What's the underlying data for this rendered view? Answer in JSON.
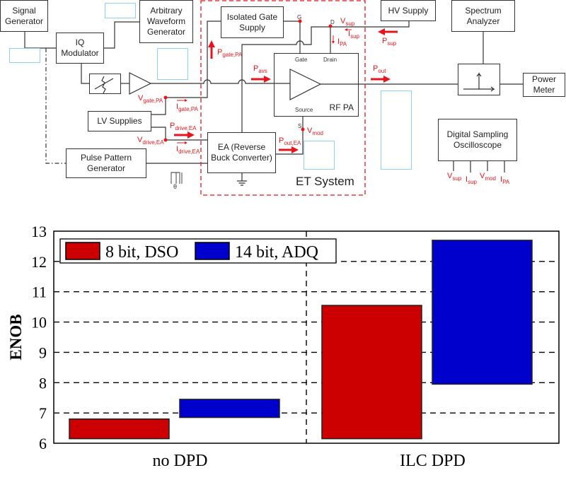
{
  "diagram": {
    "blocks": {
      "signal_generator": "Signal Generator",
      "iq_modulator": "IQ Modulator",
      "awg": "Arbitrary Waveform Generator",
      "isolated_gate_supply": "Isolated Gate Supply",
      "hv_supply": "HV Supply",
      "spectrum_analyzer": "Spectrum Analyzer",
      "power_meter": "Power Meter",
      "lv_supplies": "LV Supplies",
      "pulse_pattern_generator": "Pulse Pattern Generator",
      "ea": "EA (Reverse Buck Converter)",
      "rf_pa": "RF PA",
      "dso": "Digital Sampling Oscilloscope"
    },
    "pa_pins": {
      "gate": "Gate",
      "drain": "Drain",
      "source": "Source"
    },
    "nodes": {
      "g": "G",
      "d": "D",
      "s": "S"
    },
    "et_system_label": "ET System",
    "theta": "θ",
    "signals": {
      "p_gate_pa": {
        "main": "P",
        "sub": "gate,PA"
      },
      "p_avs": {
        "main": "P",
        "sub": "avs"
      },
      "v_gate_pa": {
        "main": "V",
        "sub": "gate,PA"
      },
      "i_gate_pa": {
        "main": "I",
        "sub": "gate,PA"
      },
      "p_drive_ea": {
        "main": "P",
        "sub": "drive,EA"
      },
      "v_drive_ea": {
        "main": "V",
        "sub": "drive,EA"
      },
      "i_drive_ea": {
        "main": "I",
        "sub": "drive,EA"
      },
      "p_out_ea": {
        "main": "P",
        "sub": "out,EA"
      },
      "v_mod": {
        "main": "V",
        "sub": "mod"
      },
      "v_sup": {
        "main": "V",
        "sub": "sup"
      },
      "i_sup": {
        "main": "I",
        "sub": "sup"
      },
      "i_pa": {
        "main": "I",
        "sub": "PA"
      },
      "p_sup": {
        "main": "P",
        "sub": "sup"
      },
      "p_out": {
        "main": "P",
        "sub": "out"
      }
    },
    "dso_probes": [
      {
        "main": "V",
        "sub": "sup"
      },
      {
        "main": "I",
        "sub": "sup"
      },
      {
        "main": "V",
        "sub": "mod"
      },
      {
        "main": "I",
        "sub": "PA"
      }
    ],
    "colors": {
      "signal_red": "#e8141c",
      "et_box": "#e8141c",
      "thumb_border": "#8fd0ee"
    }
  },
  "chart_data": {
    "type": "bar",
    "subtype": "floating-range",
    "categories": [
      "no DPD",
      "ILC DPD"
    ],
    "series": [
      {
        "name": "8 bit, DSO",
        "color": "#cc0000",
        "low": [
          6.15,
          6.15
        ],
        "high": [
          6.8,
          10.55
        ]
      },
      {
        "name": "14 bit, ADQ",
        "color": "#0000cc",
        "low": [
          6.85,
          7.95
        ],
        "high": [
          7.45,
          12.7
        ]
      }
    ],
    "xlabel": "",
    "ylabel": "ENOB",
    "ylim": [
      6,
      13
    ],
    "yticks": [
      "6",
      "7",
      "8",
      "9",
      "10",
      "11",
      "12",
      "13"
    ],
    "grid": true,
    "legend": "top-left"
  }
}
